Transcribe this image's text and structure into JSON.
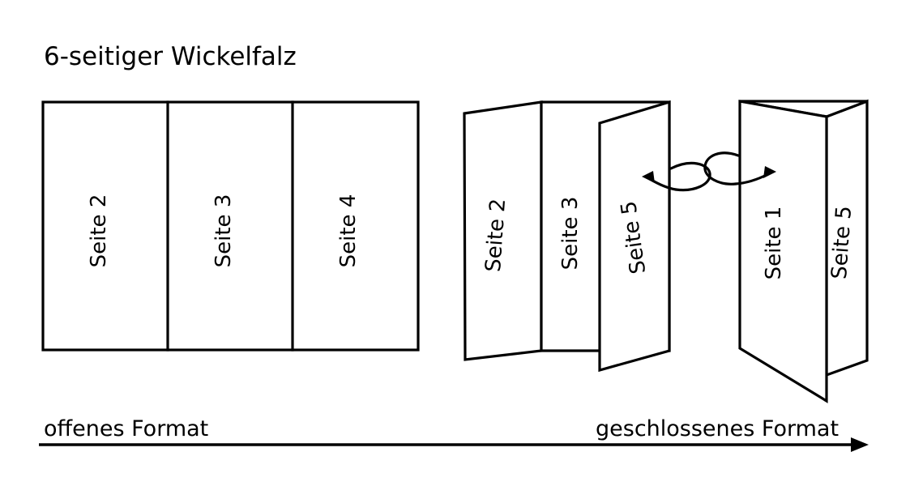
{
  "title": "6-seitiger Wickelfalz",
  "captions": {
    "left": "offenes Format",
    "right": "geschlossenes Format"
  },
  "open_format": {
    "panels": [
      {
        "label": "Seite 2"
      },
      {
        "label": "Seite 3"
      },
      {
        "label": "Seite 4"
      }
    ]
  },
  "folded_step": {
    "panels": [
      {
        "label": "Seite 2"
      },
      {
        "label": "Seite 3"
      },
      {
        "label": "Seite 5"
      }
    ],
    "rotation_icon": "rotate-left-icon"
  },
  "closed_format": {
    "panels": [
      {
        "label": "Seite 1"
      },
      {
        "label": "Seite 5"
      }
    ],
    "rotation_icon": "rotate-right-icon"
  },
  "axis": {
    "icon": "arrow-right-icon"
  },
  "colors": {
    "stroke": "#000000",
    "fill": "#ffffff",
    "text": "#000000"
  }
}
